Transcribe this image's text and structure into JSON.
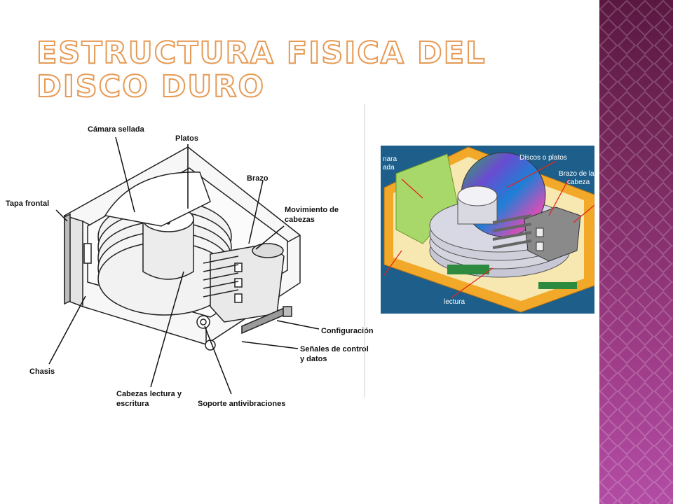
{
  "slide": {
    "title": "ESTRUCTURA FISICA DEL DISCO DURO"
  },
  "diagram_left": {
    "labels": {
      "camara_sellada": "Cámara sellada",
      "platos": "Platos",
      "brazo": "Brazo",
      "tapa_frontal": "Tapa frontal",
      "movimiento_1": "Movimiento de",
      "movimiento_2": "cabezas",
      "configuracion": "Configuración",
      "senales_1": "Señales de control",
      "senales_2": "y datos",
      "chasis": "Chasis",
      "cabezas_1": "Cabezas lectura y",
      "cabezas_2": "escritura",
      "soporte": "Soporte antivibraciones"
    }
  },
  "diagram_right": {
    "labels": {
      "nara": "nara",
      "ada": "ada",
      "discos": "Discos o platos",
      "brazo_1": "Brazo de la",
      "brazo_2": "cabeza",
      "lectura": "lectura"
    }
  },
  "colors": {
    "title_outline": "#e69a55",
    "band_top": "#5a1840",
    "band_bottom": "#b24ca4",
    "chassis_orange": "#f2a92a",
    "chamber_green": "#a9d86a"
  }
}
